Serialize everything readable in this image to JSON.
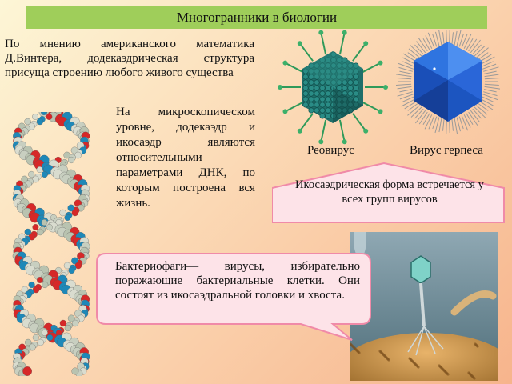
{
  "title": "Многогранники в биологии",
  "paragraph1": "По мнению американского математика Д.Винтера, додекаэдрическая структура присуща строению любого живого существа",
  "paragraph2": "На микроскопическом уровне, додекаэдр и икосаэдр являются относительными параметрами ДНК, по которым построена вся жизнь.",
  "captions": {
    "reovirus": "Реовирус",
    "herpes": "Вирус герпеса"
  },
  "callout1": "Икосаэдрическая форма встречается у всех групп вирусов",
  "callout2": "Бактериофаги— вирусы, избирательно поражающие бактериальные клетки. Они состоят из икосаэдральной головки и хвоста.",
  "colors": {
    "title_bar": "#9fce5a",
    "callout_fill": "#fde3e8",
    "callout_border": "#f08aa8"
  }
}
